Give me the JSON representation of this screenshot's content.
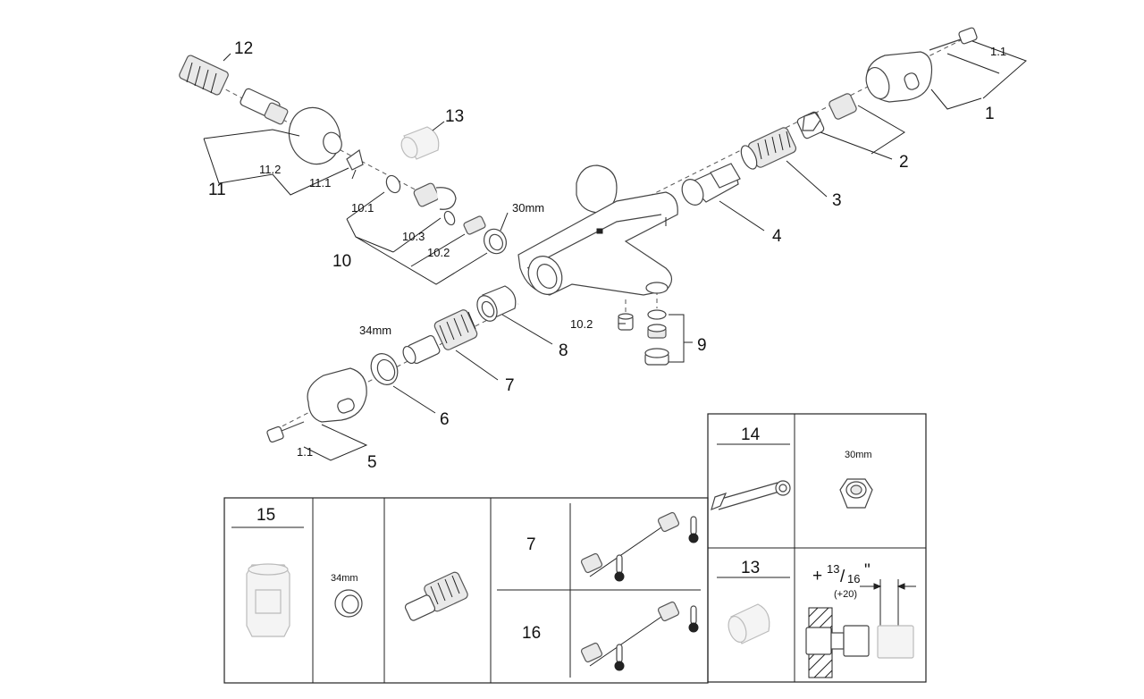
{
  "callouts": {
    "p1": "1",
    "p1_1_top": "1.1",
    "p2": "2",
    "p3": "3",
    "p4": "4",
    "p5": "5",
    "p5_1_1": "1.1",
    "p6": "6",
    "p6_size": "34mm",
    "p7": "7",
    "p8": "8",
    "p9": "9",
    "p9_10_2": "10.2",
    "p10": "10",
    "p10_1": "10.1",
    "p10_3": "10.3",
    "p10_2": "10.2",
    "p10_nut": "30mm",
    "p11": "11",
    "p11_1": "11.1",
    "p11_2": "11.2",
    "p12": "12",
    "p13": "13"
  },
  "tool_panel": {
    "p14_label": "14",
    "nut_size": "30mm",
    "p13_label": "13",
    "dim_plus": "+",
    "dim_num": "13",
    "dim_den": "16",
    "dim_inch": "\"",
    "dim_mm": "(+20)"
  },
  "spare_panel": {
    "p15_label": "15",
    "ring_size": "34mm",
    "row7_label": "7",
    "row16_label": "16"
  }
}
